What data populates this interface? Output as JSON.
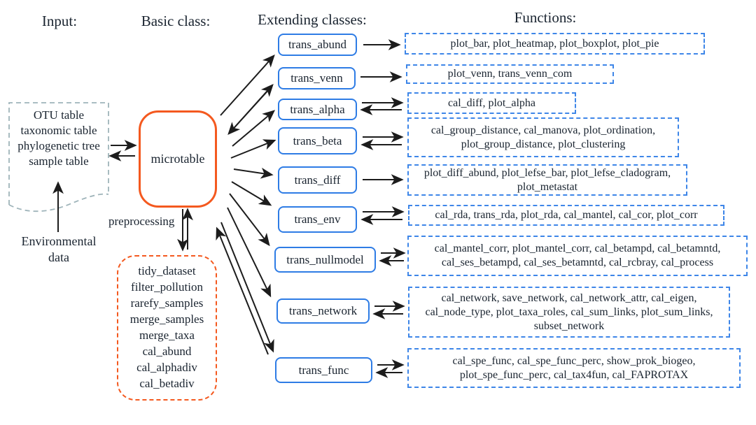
{
  "titles": {
    "input": "Input:",
    "basic_class": "Basic class:",
    "extending_classes": "Extending classes:",
    "functions": "Functions:"
  },
  "input_box": {
    "lines": [
      "OTU table",
      "taxonomic table",
      "phylogenetic tree",
      "sample table"
    ]
  },
  "environmental_label": "Environmental data",
  "basic_class_box": {
    "label": "microtable"
  },
  "preprocessing_label": "preprocessing",
  "preprocessing_box": {
    "lines": [
      "tidy_dataset",
      "filter_pollution",
      "rarefy_samples",
      "merge_samples",
      "merge_taxa",
      "cal_abund",
      "cal_alphadiv",
      "cal_betadiv"
    ]
  },
  "rows": [
    {
      "class_name": "trans_abund",
      "functions": "plot_bar, plot_heatmap, plot_boxplot, plot_pie",
      "link": "one-way"
    },
    {
      "class_name": "trans_venn",
      "functions": "plot_venn, trans_venn_com",
      "link": "one-way"
    },
    {
      "class_name": "trans_alpha",
      "functions": "cal_diff, plot_alpha",
      "link": "two-way"
    },
    {
      "class_name": "trans_beta",
      "functions": "cal_group_distance, cal_manova, plot_ordination, plot_group_distance, plot_clustering",
      "link": "two-way"
    },
    {
      "class_name": "trans_diff",
      "functions": "plot_diff_abund, plot_lefse_bar, plot_lefse_cladogram, plot_metastat",
      "link": "one-way"
    },
    {
      "class_name": "trans_env",
      "functions": "cal_rda, trans_rda, plot_rda, cal_mantel, cal_cor, plot_corr",
      "link": "two-way"
    },
    {
      "class_name": "trans_nullmodel",
      "functions": "cal_mantel_corr, plot_mantel_corr, cal_betampd, cal_betamntd, cal_ses_betampd, cal_ses_betamntd, cal_rcbray, cal_process",
      "link": "two-way"
    },
    {
      "class_name": "trans_network",
      "functions": "cal_network, save_network, cal_network_attr, cal_eigen, cal_node_type, plot_taxa_roles, cal_sum_links, plot_sum_links, subset_network",
      "link": "two-way"
    },
    {
      "class_name": "trans_func",
      "functions": "cal_spe_func, cal_spe_func_perc, show_prok_biogeo, plot_spe_func_perc, cal_tax4fun, cal_FAPROTAX",
      "link": "two-way"
    }
  ],
  "colors": {
    "orange": "#f4591f",
    "blue_solid": "#2e7ce5",
    "blue_dashed": "#3e86e8",
    "gray_dashed": "#9fb4ba",
    "arrow": "#1c1c1c",
    "text": "#1a2430"
  }
}
